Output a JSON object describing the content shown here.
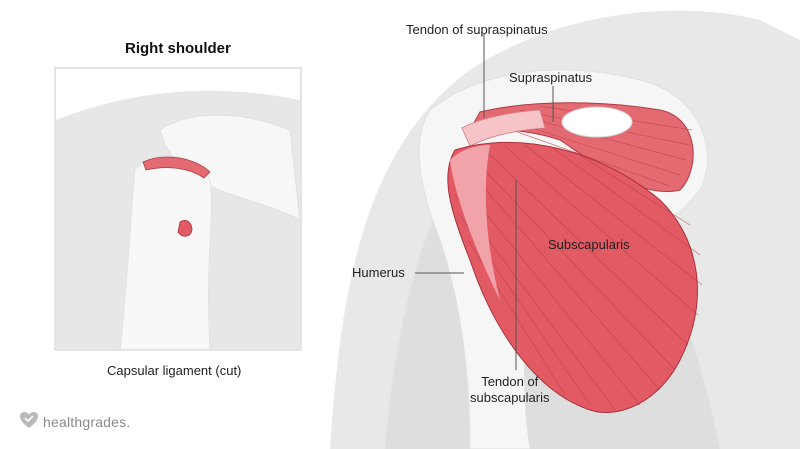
{
  "inset": {
    "title": "Right shoulder",
    "caption": "Capsular ligament (cut)"
  },
  "labels": {
    "tendon_supraspinatus": "Tendon of supraspinatus",
    "supraspinatus": "Supraspinatus",
    "subscapularis": "Subscapularis",
    "humerus": "Humerus",
    "tendon_subscapularis_line1": "Tendon of",
    "tendon_subscapularis_line2": "subscapularis"
  },
  "brand": {
    "name": "healthgrades."
  },
  "colors": {
    "muscle": "#e0545e",
    "muscle_light": "#f3a9ae",
    "body_shadow": "#e6e6e6",
    "bone": "#f4f4f4",
    "frame": "#c8c8c8"
  }
}
